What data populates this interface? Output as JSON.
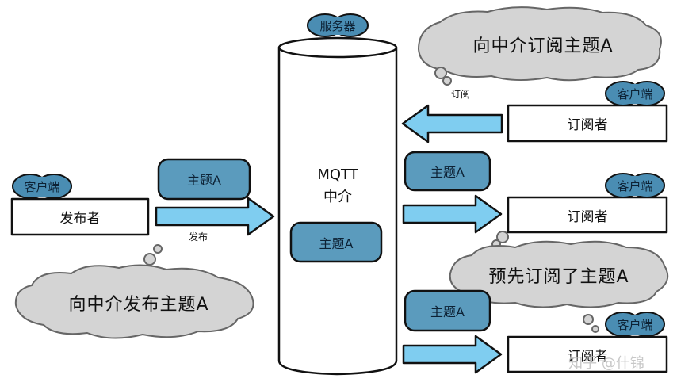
{
  "colors": {
    "topic_fill": "#5b9bbd",
    "badge_fill": "#4a8db3",
    "arrow_fill": "#7fcdf0",
    "cloud_fill": "#d4d4d4",
    "outline": "#111111"
  },
  "server": {
    "label": "服务器",
    "title_line1": "MQTT",
    "title_line2": "中介",
    "topic": "主题A"
  },
  "publisher": {
    "badge": "客户端",
    "label": "发布者",
    "topic": "主题A",
    "arrow_label": "发布",
    "thought": "向中介发布主题A"
  },
  "subscribers": [
    {
      "badge": "客户端",
      "label": "订阅者",
      "arrow_label": "订阅",
      "thought": "向中介订阅主题A"
    },
    {
      "badge": "客户端",
      "label": "订阅者",
      "topic": "主题A"
    },
    {
      "badge": "客户端",
      "label": "订阅者",
      "topic": "主题A",
      "thought": "预先订阅了主题A"
    }
  ],
  "watermark": "知乎 @什锦"
}
